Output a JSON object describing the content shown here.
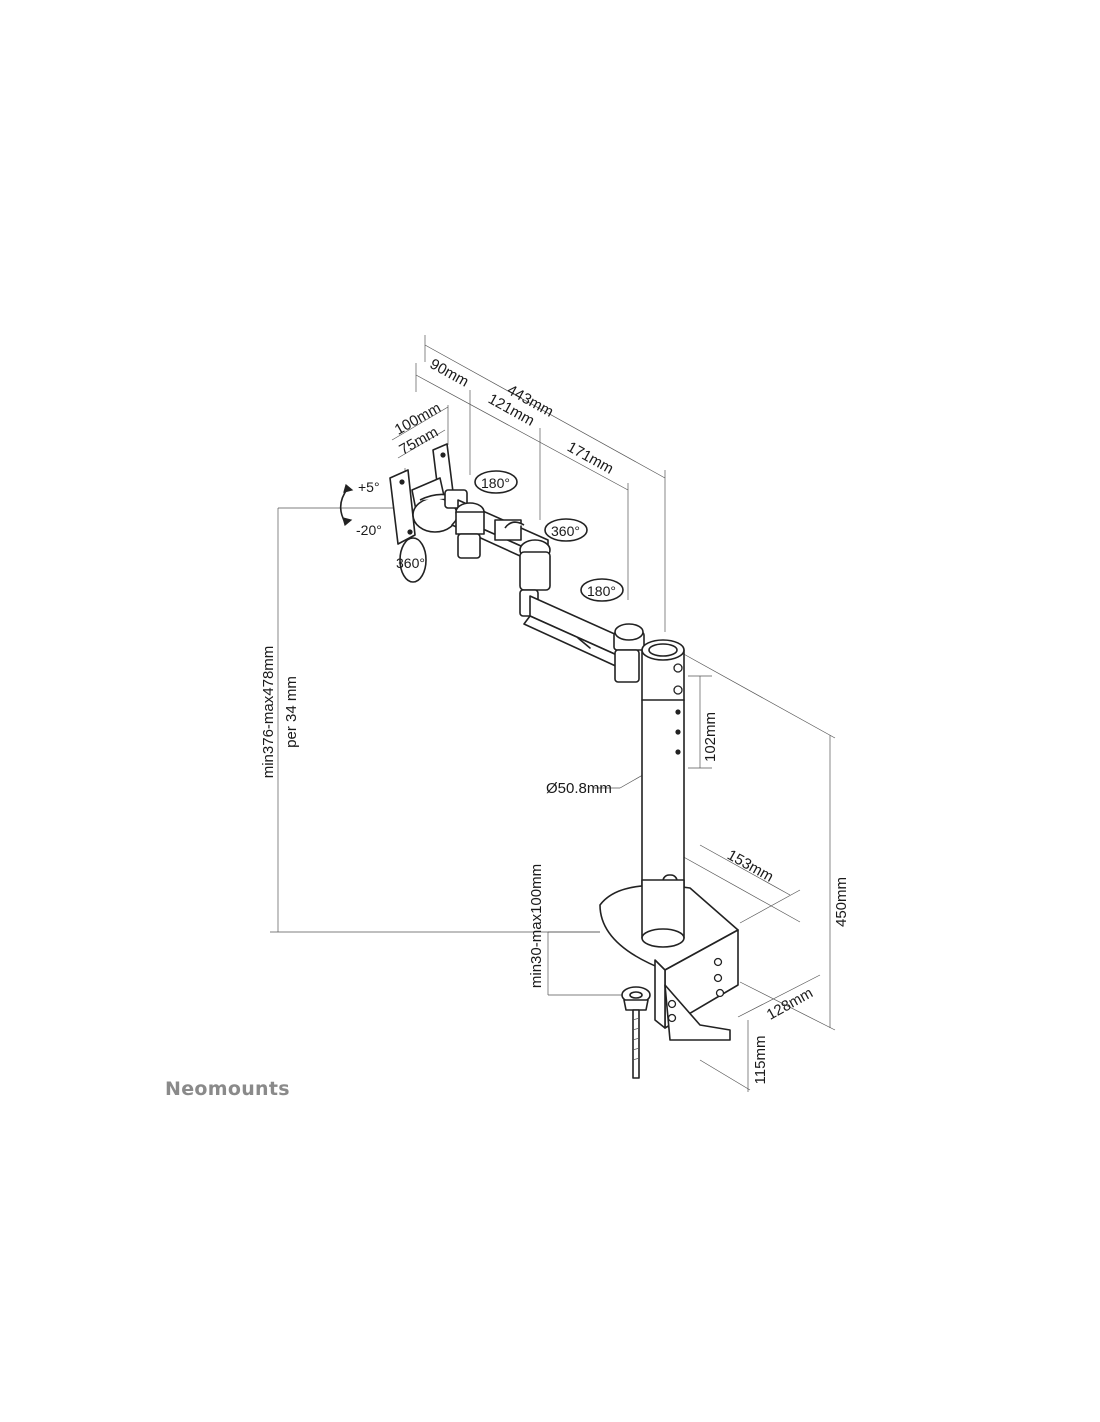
{
  "brand": "Neomounts",
  "dimensions": {
    "total_arm_length": "443mm",
    "head_depth": "90mm",
    "arm_segment_1": "121mm",
    "arm_segment_2": "171mm",
    "vesa_large": "100mm",
    "vesa_small": "75mm",
    "pole_offset": "102mm",
    "pole_diameter": "Ø50.8mm",
    "pole_height": "450mm",
    "base_width": "153mm",
    "base_depth": "128mm",
    "clamp_width": "115mm",
    "desk_thickness": "min30-max100mm",
    "height_range": "min376-max478mm",
    "height_step": "per 34 mm"
  },
  "rotations": {
    "tilt_up": "+5°",
    "tilt_down": "-20°",
    "rotate_head": "360°",
    "swivel_joint_1": "180°",
    "swivel_joint_2": "360°",
    "swivel_joint_3": "180°"
  }
}
